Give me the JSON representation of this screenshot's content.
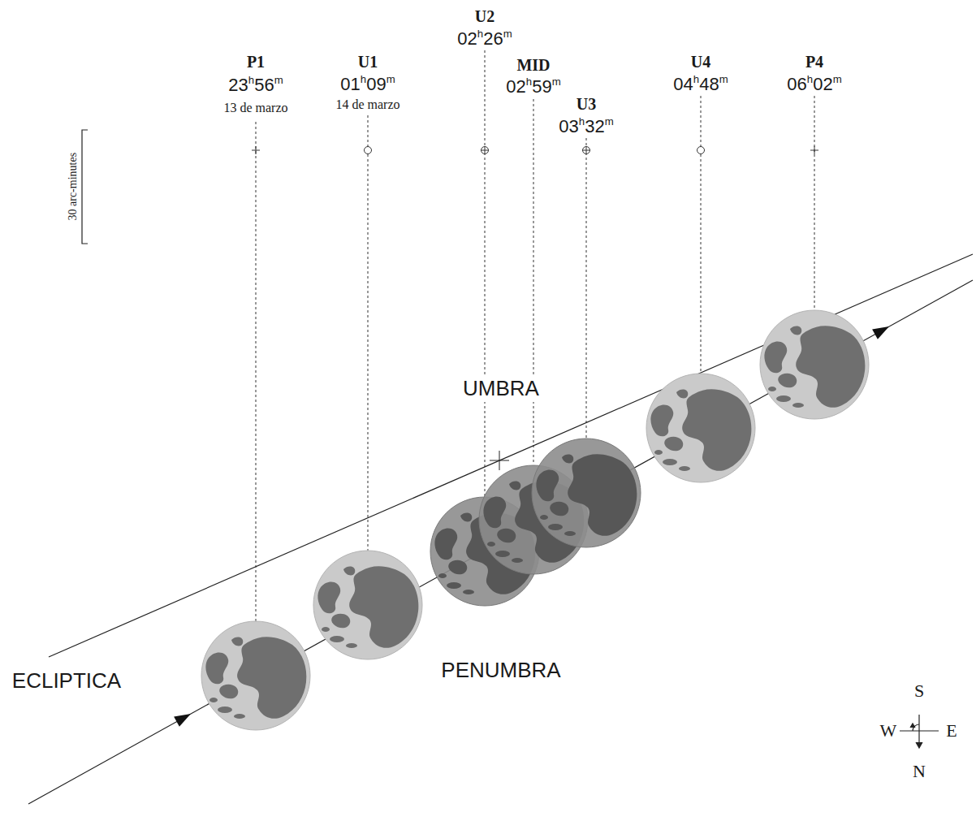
{
  "diagram": {
    "nodes": [
      {
        "text": [
          "PENUMBRA"
        ]
      },
      {
        "text": [
          "UMBRA"
        ],
        "in": 0
      }
    ],
    "labels": [
      "30 arc-minutes",
      "P1",
      "23h56m",
      "13 de marzo",
      "U1",
      "01h09m",
      "14 de marzo",
      "U2",
      "02h26m",
      "MID",
      "02h59m",
      "U3",
      "03h32m",
      "U4",
      "04h48m",
      "P4",
      "06h02m",
      "ECLIPTICA",
      "S",
      "W",
      "E",
      "N"
    ]
  }
}
